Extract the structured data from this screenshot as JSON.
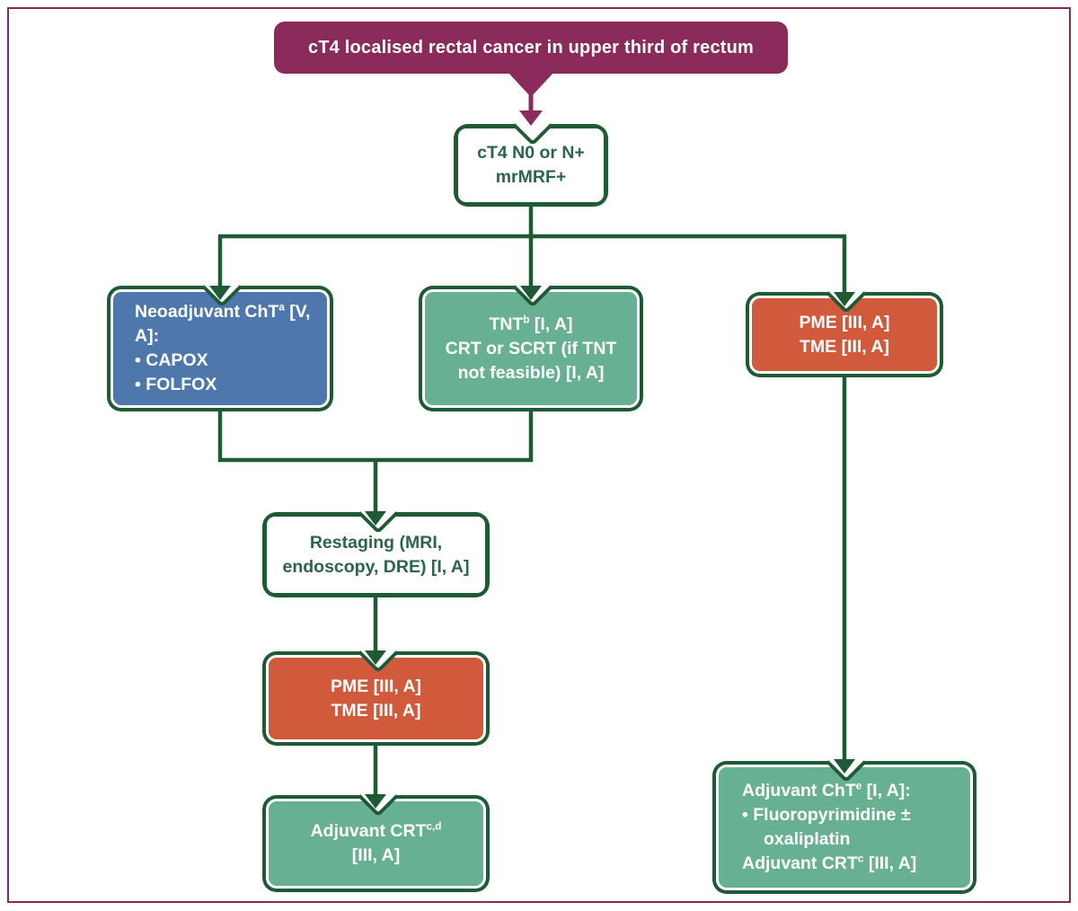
{
  "diagram": {
    "title": "cT4 localised rectal cancer in upper third of rectum",
    "nodes": {
      "staging": {
        "lines": [
          "cT4 N0 or N+",
          "mrMRF+"
        ]
      },
      "neoadjuvant": {
        "lines": [
          "Neoadjuvant ChT^a^ [V, A]:",
          "• CAPOX",
          "• FOLFOX"
        ]
      },
      "tnt": {
        "lines": [
          "TNT^b^ [I, A]",
          "CRT or SCRT (if TNT",
          "not feasible) [I, A]"
        ]
      },
      "surgery_upfront": {
        "lines": [
          "PME [III, A]",
          "TME [III, A]"
        ]
      },
      "restaging": {
        "lines": [
          "Restaging (MRI,",
          "endoscopy, DRE) [I, A]"
        ]
      },
      "surgery_after": {
        "lines": [
          "PME [III, A]",
          "TME [III, A]"
        ]
      },
      "adjuvant_crt": {
        "lines": [
          "Adjuvant CRT^c,d^",
          "[III, A]"
        ]
      },
      "adjuvant_cht": {
        "lines": [
          "Adjuvant ChT^e^ [I, A]:",
          "• Fluoropyrimidine ±",
          "oxaliplatin",
          "Adjuvant CRT^c^ [III, A]"
        ]
      }
    },
    "colors": {
      "maroon": "#8B2B5B",
      "line_green": "#1E5A34",
      "text_green": "#2A6647",
      "blue_fill": "#4E78AB",
      "green_fill": "#67B093",
      "red_fill": "#D15A3D"
    }
  }
}
